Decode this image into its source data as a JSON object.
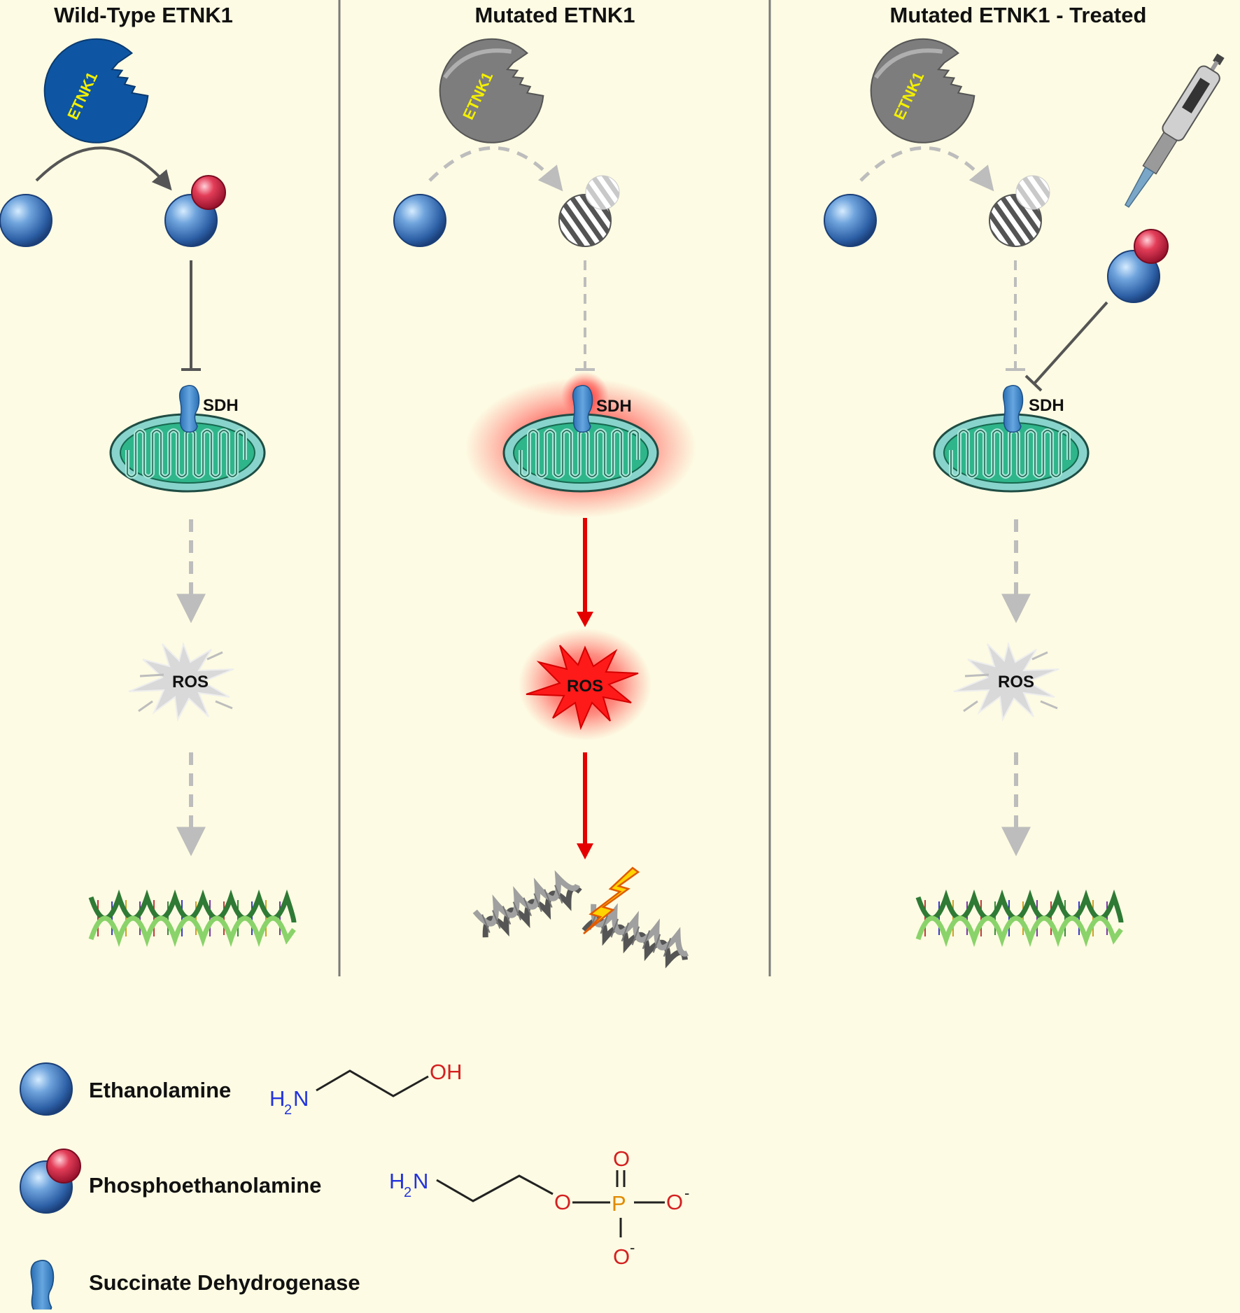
{
  "panels": [
    {
      "title": "Wild-Type ETNK1",
      "enzyme_label": "ETNK1",
      "sdh_label": "SDH",
      "ros_label": "ROS"
    },
    {
      "title": "Mutated ETNK1",
      "enzyme_label": "ETNK1",
      "sdh_label": "SDH",
      "ros_label": "ROS"
    },
    {
      "title": "Mutated ETNK1 - Treated",
      "enzyme_label": "ETNK1",
      "sdh_label": "SDH",
      "ros_label": "ROS"
    }
  ],
  "legend": {
    "ethanolamine": "Ethanolamine",
    "phosphoethanolamine": "Phosphoethanolamine",
    "sdh": "Succinate Dehydrogenase"
  },
  "chem": {
    "h": "H",
    "sub2": "2",
    "n": "N",
    "oh": "OH",
    "o": "O",
    "p": "P",
    "minus": "-"
  },
  "colors": {
    "background": "#fdfbe3",
    "blue_sphere": "#3a73b8",
    "red_sphere": "#d21f3c",
    "mito_green": "#2fb58a",
    "mito_outer": "#83d0c9",
    "sdh_blue": "#3c82c4",
    "danger_red": "#ee1111",
    "enzyme_blue": "#0e56a3",
    "enzyme_gray": "#7d7d7d"
  }
}
